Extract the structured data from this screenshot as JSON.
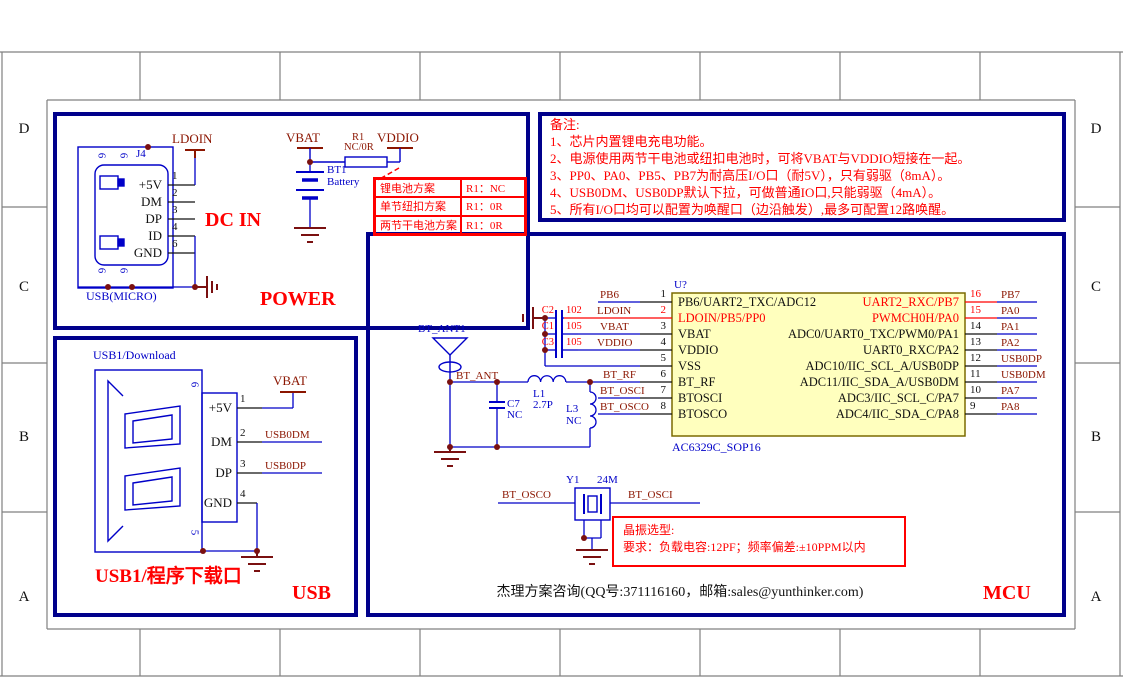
{
  "frame": {
    "zones": [
      "D",
      "C",
      "B",
      "A"
    ]
  },
  "power": {
    "section_title": "POWER",
    "subtitle": "DC IN",
    "ldoin": "LDOIN",
    "vbat": "VBAT",
    "vddio": "VDDIO",
    "connector": {
      "designator": "J4",
      "name": "USB(MICRO)",
      "shields": [
        "6",
        "6",
        "6",
        "6"
      ],
      "pins": [
        {
          "num": "1",
          "name": "+5V"
        },
        {
          "num": "2",
          "name": "DM"
        },
        {
          "num": "3",
          "name": "DP"
        },
        {
          "num": "4",
          "name": "ID"
        },
        {
          "num": "6",
          "name": "GND"
        }
      ]
    },
    "resistor": {
      "designator": "R1",
      "value": "NC/0R"
    },
    "battery": {
      "designator": "BT1",
      "value": "Battery"
    },
    "table": [
      {
        "option": "锂电池方案",
        "value": "R1：NC"
      },
      {
        "option": "单节纽扣方案",
        "value": "R1：0R"
      },
      {
        "option": "两节干电池方案",
        "value": "R1：0R"
      }
    ]
  },
  "notes": {
    "title": "备注:",
    "lines": [
      "1、芯片内置锂电充电功能。",
      "2、电源使用两节干电池或纽扣电池时，可将VBAT与VDDIO短接在一起。",
      "3、PP0、PA0、PB5、PB7为耐高压I/O口（耐5V），只有弱驱（8mA）。",
      "4、USB0DM、USB0DP默认下拉，可做普通IO口,只能弱驱（4mA）。",
      "5、所有I/O口均可以配置为唤醒口（边沿触发）,最多可配置12路唤醒。"
    ]
  },
  "usb": {
    "section_title": "USB",
    "caption": "USB1/程序下载口",
    "label": "USB1/Download",
    "vbat": "VBAT",
    "shields": [
      "6",
      "5"
    ],
    "pins": [
      {
        "num": "1",
        "name": "+5V",
        "net": ""
      },
      {
        "num": "2",
        "name": "DM",
        "net": "USB0DM"
      },
      {
        "num": "3",
        "name": "DP",
        "net": "USB0DP"
      },
      {
        "num": "4",
        "name": "GND",
        "net": ""
      }
    ]
  },
  "mcu": {
    "section_title": "MCU",
    "designator": "U?",
    "footprint": "AC6329C_SOP16",
    "left_pins": [
      {
        "num": "1",
        "net": "PB6",
        "name": "PB6/UART2_TXC/ADC12"
      },
      {
        "num": "2",
        "net": "LDOIN",
        "name": "LDOIN/PB5/PP0"
      },
      {
        "num": "3",
        "net": "VBAT",
        "name": "VBAT"
      },
      {
        "num": "4",
        "net": "VDDIO",
        "name": "VDDIO"
      },
      {
        "num": "5",
        "net": "",
        "name": "VSS"
      },
      {
        "num": "6",
        "net": "BT_RF",
        "name": "BT_RF"
      },
      {
        "num": "7",
        "net": "BT_OSCI",
        "name": "BTOSCI"
      },
      {
        "num": "8",
        "net": "BT_OSCO",
        "name": "BTOSCO"
      }
    ],
    "right_pins": [
      {
        "num": "16",
        "net": "PB7",
        "name": "UART2_RXC/PB7"
      },
      {
        "num": "15",
        "net": "PA0",
        "name": "PWMCH0H/PA0"
      },
      {
        "num": "14",
        "net": "PA1",
        "name": "ADC0/UART0_TXC/PWM0/PA1"
      },
      {
        "num": "13",
        "net": "PA2",
        "name": "UART0_RXC/PA2"
      },
      {
        "num": "12",
        "net": "USB0DP",
        "name": "ADC10/IIC_SCL_A/USB0DP"
      },
      {
        "num": "11",
        "net": "USB0DM",
        "name": "ADC11/IIC_SDA_A/USB0DM"
      },
      {
        "num": "10",
        "net": "PA7",
        "name": "ADC3/IIC_SCL_C/PA7"
      },
      {
        "num": "9",
        "net": "PA8",
        "name": "ADC4/IIC_SDA_C/PA8"
      }
    ],
    "caps": [
      {
        "designator": "C2",
        "value": "102"
      },
      {
        "designator": "C1",
        "value": "105"
      },
      {
        "designator": "C3",
        "value": "105"
      }
    ],
    "antenna": {
      "designator": "BT_ANT1",
      "net": "BT_ANT"
    },
    "l1": {
      "designator": "L1",
      "value": "2.7P"
    },
    "l3": {
      "designator": "L3",
      "value": "NC"
    },
    "c7": {
      "designator": "C7",
      "value": "NC"
    },
    "crystal": {
      "designator": "Y1",
      "value": "24M",
      "net_left": "BT_OSCO",
      "net_right": "BT_OSCI"
    },
    "crystal_note": [
      "晶振选型:",
      "要求：负载电容:12PF；频率偏差:±10PPM以内"
    ],
    "footer": "杰理方案咨询(QQ号:371116160，邮箱:sales@yunthinker.com)"
  },
  "colors": {
    "wire_blue": "#0000C8",
    "section_box": "#00008B",
    "net_maroon": "#8B1500",
    "highlight_red": "#FF0000",
    "chip_fill": "#FFFFBE",
    "frame_gray": "#808080"
  }
}
